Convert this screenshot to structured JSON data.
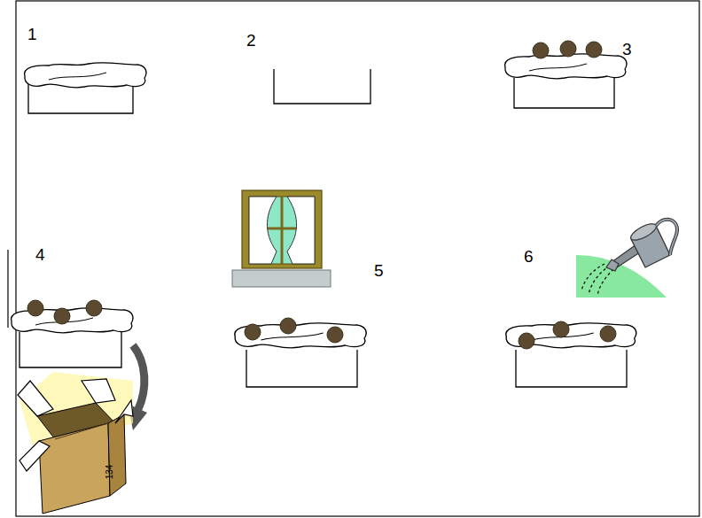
{
  "diagram": {
    "labels": [
      "1",
      "2",
      "3",
      "4",
      "5",
      "6",
      "134"
    ]
  }
}
